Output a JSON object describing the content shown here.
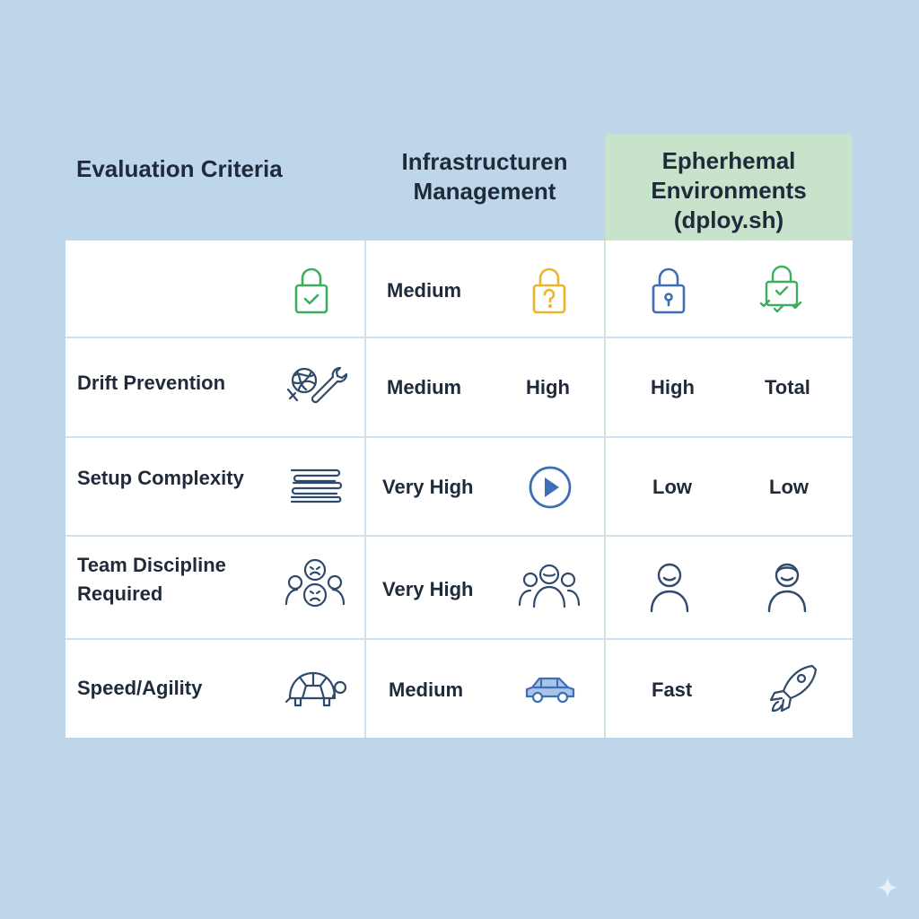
{
  "header": {
    "criteria": "Evaluation Criteria",
    "infra": "Infrastructuren Management",
    "ephemeral_line1": "Epherhemal Environments",
    "ephemeral_line2": "(dploy.sh)"
  },
  "rows": [
    {
      "criterion": "",
      "infra": "Medium",
      "eph_a": "",
      "eph_b": "",
      "icons": {
        "criterion": "lock-check-icon",
        "infra": "lock-question-icon",
        "eph_a": "lock-icon",
        "eph_b": "lock-multi-check-icon"
      }
    },
    {
      "criterion": "Drift Prevention",
      "infra": "Medium",
      "infra_b": "High",
      "eph_a": "High",
      "eph_b": "Total",
      "icons": {
        "criterion": "tangle-wrench-icon"
      }
    },
    {
      "criterion": "Setup Complexity",
      "infra": "Very High",
      "eph_a": "Low",
      "eph_b": "Low",
      "icons": {
        "criterion": "tangled-lines-icon",
        "infra": "play-circle-icon"
      }
    },
    {
      "criterion": "Team Discipline Required",
      "infra": "Very High",
      "eph_a": "",
      "eph_b": "",
      "icons": {
        "criterion": "stressed-team-icon",
        "infra": "team-icon",
        "eph_a": "person-icon",
        "eph_b": "smiling-person-icon"
      }
    },
    {
      "criterion": "Speed/Agility",
      "infra": "Medium",
      "eph_a": "Fast",
      "eph_b": "",
      "icons": {
        "criterion": "turtle-icon",
        "infra": "car-icon",
        "eph_b": "rocket-icon"
      }
    }
  ],
  "colors": {
    "background": "#bed6ea",
    "highlight": "#c8e3cb",
    "icon_green": "#3dae5e",
    "icon_yellow": "#e9b52a",
    "icon_blue": "#3e6fb5",
    "icon_navy": "#2f4a6b"
  }
}
